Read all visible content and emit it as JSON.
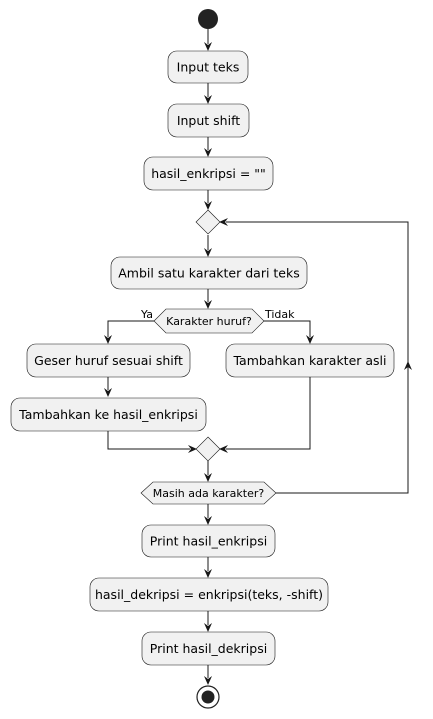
{
  "diagram": {
    "activities": {
      "input_teks": "Input teks",
      "input_shift": "Input shift",
      "init_hasil": "hasil_enkripsi = \"\"",
      "ambil_karakter": "Ambil satu karakter dari teks",
      "geser_huruf": "Geser huruf sesuai shift",
      "tambahkan_ke_hasil": "Tambahkan ke hasil_enkripsi",
      "tambahkan_asli": "Tambahkan karakter asli",
      "print_enkripsi": "Print hasil_enkripsi",
      "dekripsi": "hasil_dekripsi = enkripsi(teks, -shift)",
      "print_dekripsi": "Print hasil_dekripsi"
    },
    "decisions": {
      "is_letter": "Karakter huruf?",
      "has_more": "Masih ada karakter?"
    },
    "branch_labels": {
      "yes": "Ya",
      "no": "Tidak"
    }
  }
}
